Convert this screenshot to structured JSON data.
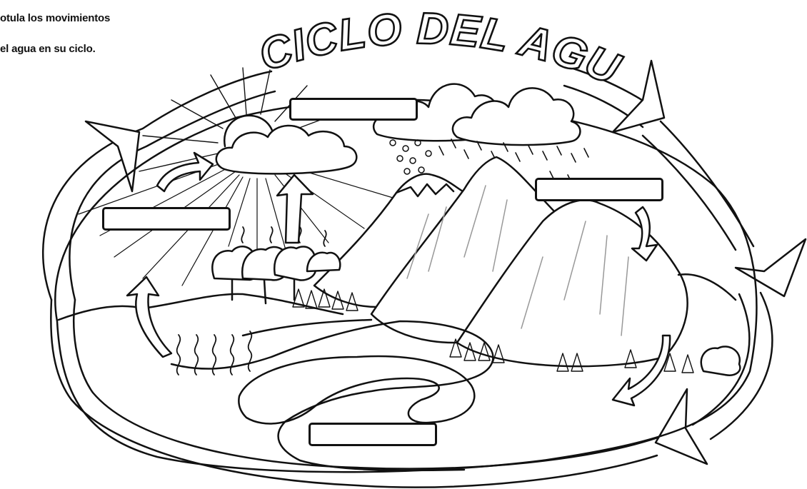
{
  "title": "EL CICLO DEL AGUA",
  "instructions": {
    "line1": "otula los movimientos",
    "line2": "el agua en su ciclo."
  },
  "label_boxes": [
    {
      "id": "top",
      "value": ""
    },
    {
      "id": "left",
      "value": ""
    },
    {
      "id": "right",
      "value": ""
    },
    {
      "id": "bottom",
      "value": ""
    }
  ],
  "colors": {
    "ink": "#111111",
    "paper": "#ffffff",
    "shade": "#bbbbbb"
  }
}
